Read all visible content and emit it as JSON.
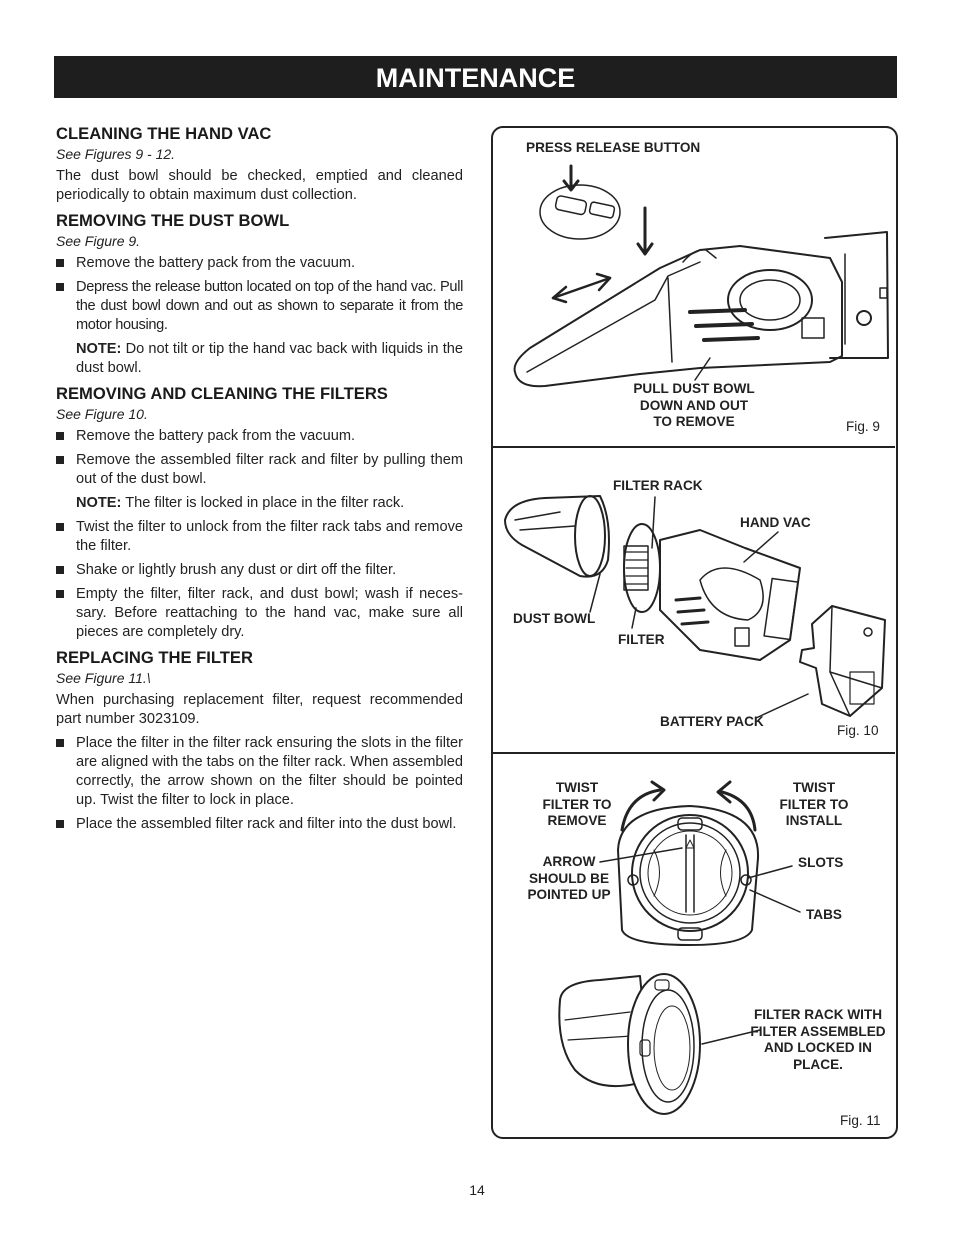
{
  "header": {
    "title": "MAINTENANCE"
  },
  "sections": {
    "cleaning": {
      "heading": "CLEANING THE HAND VAC",
      "ref": "See Figures 9 - 12.",
      "body": "The dust bowl should be checked, emptied and cleaned periodically to obtain maximum dust collection."
    },
    "dust_bowl": {
      "heading": "REMOVING THE DUST BOWL",
      "ref": "See Figure 9.",
      "bullets": [
        "Remove the battery pack from the vacuum.",
        "Depress the release button located on top of the hand vac. Pull the dust bowl down and out as shown to separate it from the motor housing."
      ],
      "note_label": "NOTE:",
      "note_text": " Do not tilt or tip the hand vac back with liquids in the dust bowl."
    },
    "filters": {
      "heading": "REMOVING AND CLEANING THE FILTERS",
      "ref": "See Figure 10.",
      "bullets_a": [
        "Remove the battery pack from the vacuum.",
        "Remove the assembled filter rack and filter by pulling them out of the dust bowl."
      ],
      "note_label": "NOTE:",
      "note_text": " The filter is locked in place in the filter rack.",
      "bullets_b": [
        "Twist the filter to unlock from the filter rack tabs and remove the filter.",
        "Shake or lightly brush any dust or dirt off the filter.",
        "Empty the filter, filter rack, and dust bowl; wash if neces-sary. Before reattaching to the hand vac, make sure all pieces are completely dry."
      ]
    },
    "replacing": {
      "heading": "REPLACING THE FILTER",
      "ref": "See Figure 11.\\",
      "body": "When purchasing replacement filter, request recommended part number 3023109.",
      "bullets": [
        "Place the filter in the filter rack ensuring the slots in the filter are aligned with the tabs on the filter rack. When assembled correctly, the arrow shown on the filter should be pointed up. Twist the filter to lock in place.",
        "Place the assembled filter rack and filter into the dust bowl."
      ]
    }
  },
  "figures": {
    "fig9": {
      "caption": "Fig. 9",
      "label_release": "PRESS RELEASE BUTTON",
      "label_pull": [
        "PULL DUST BOWL",
        "DOWN AND OUT",
        "TO REMOVE"
      ]
    },
    "fig10": {
      "caption": "Fig. 10",
      "label_filter_rack": "FILTER RACK",
      "label_hand_vac": "HAND VAC",
      "label_dust_bowl": "DUST BOWL",
      "label_filter": "FILTER",
      "label_battery": "BATTERY PACK"
    },
    "fig11": {
      "caption": "Fig. 11",
      "label_twist_remove": [
        "TWIST",
        "FILTER TO",
        "REMOVE"
      ],
      "label_twist_install": [
        "TWIST",
        "FILTER TO",
        "INSTALL"
      ],
      "label_arrow": [
        "ARROW",
        "SHOULD BE",
        "POINTED UP"
      ],
      "label_slots": "SLOTS",
      "label_tabs": "TABS",
      "label_assembled": [
        "FILTER RACK WITH",
        "FILTER ASSEMBLED",
        "AND LOCKED IN",
        "PLACE."
      ]
    }
  },
  "footer": {
    "page_number": "14"
  }
}
